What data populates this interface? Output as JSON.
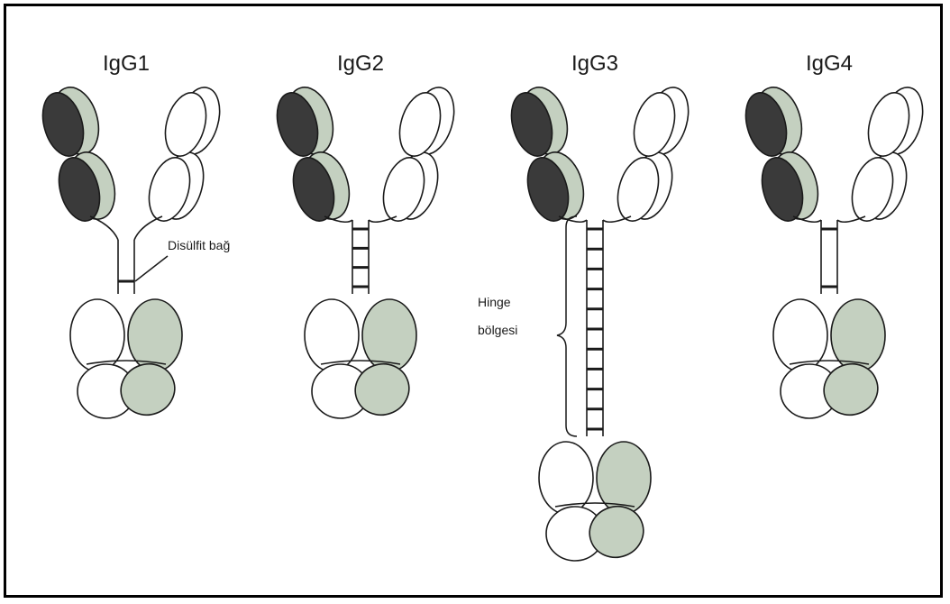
{
  "figure": {
    "subclasses": [
      {
        "id": "igg1",
        "label": "IgG1",
        "hinge_bonds": 1
      },
      {
        "id": "igg2",
        "label": "IgG2",
        "hinge_bonds": 4
      },
      {
        "id": "igg3",
        "label": "IgG3",
        "hinge_bonds": 11
      },
      {
        "id": "igg4",
        "label": "IgG4",
        "hinge_bonds": 2
      }
    ],
    "annotations": {
      "disulfide_label": "Disülfit bağ",
      "hinge_label_line1": "Hinge",
      "hinge_label_line2": "bölgesi"
    },
    "colors": {
      "heavy_dark": "#3a3a3a",
      "light_green": "#c4d0c0",
      "outline": "#1a1a1a",
      "fill_white": "#ffffff"
    }
  }
}
